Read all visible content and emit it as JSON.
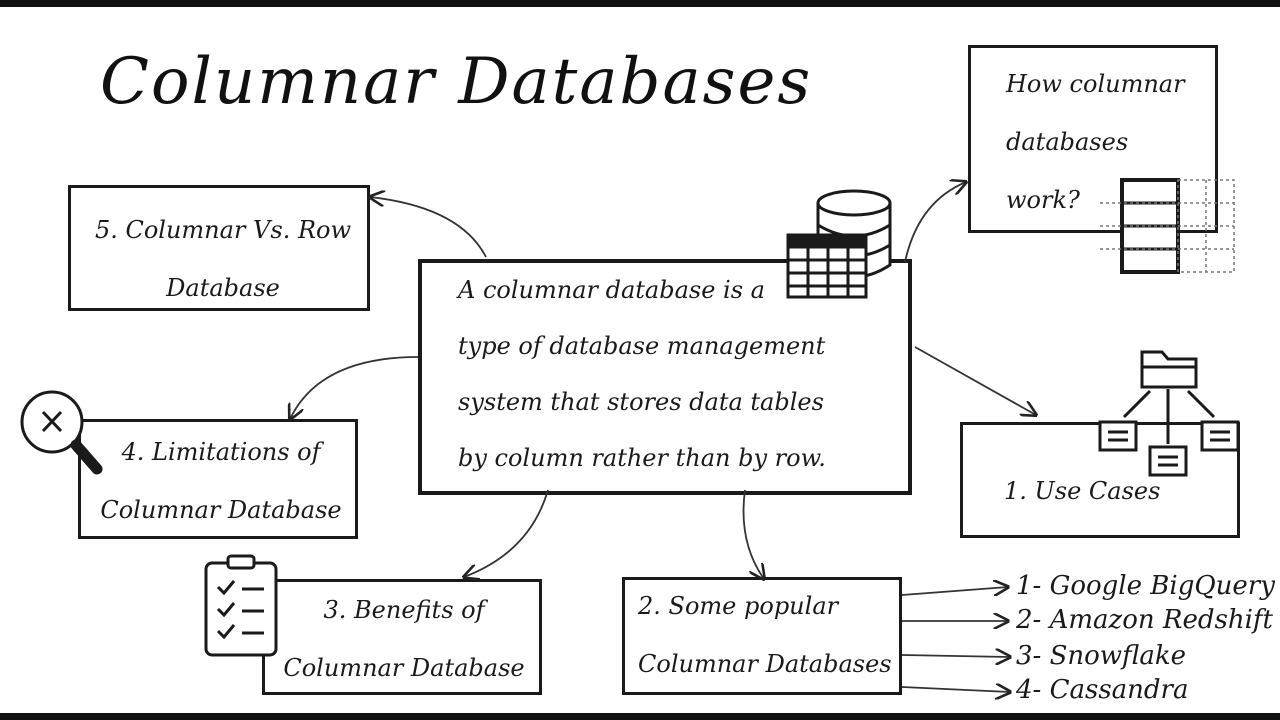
{
  "title": "Columnar Databases",
  "center": {
    "lines": [
      "A columnar database is a",
      "type of database management",
      "system that stores data tables",
      "by column rather than by row."
    ]
  },
  "nodes": {
    "how_it_works": [
      "How columnar",
      "databases",
      "work?"
    ],
    "columnar_vs_row": [
      "5. Columnar Vs. Row",
      "Database"
    ],
    "limitations": [
      "4. Limitations of",
      "Columnar Database"
    ],
    "benefits": [
      "3. Benefits of",
      "Columnar Database"
    ],
    "popular": [
      "2. Some popular",
      "Columnar Databases"
    ],
    "use_cases": [
      "1. Use Cases"
    ]
  },
  "popular_list": [
    "1- Google BigQuery",
    "2- Amazon Redshift",
    "3- Snowflake",
    "4- Cassandra"
  ]
}
